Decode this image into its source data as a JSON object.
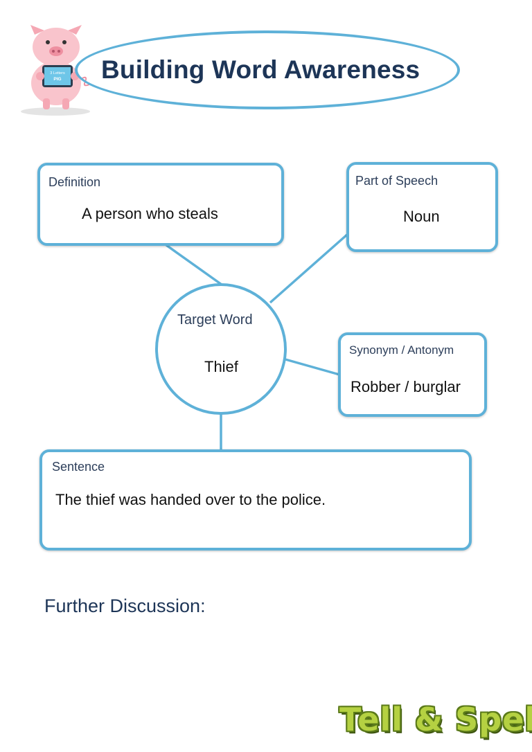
{
  "header": {
    "title": "Building Word Awareness",
    "mascot_icon": "pig-mascot-icon",
    "mascot_sign": "3 Letters PIG"
  },
  "definition": {
    "label": "Definition",
    "value": "A person who steals"
  },
  "part_of_speech": {
    "label": "Part of Speech",
    "value": "Noun"
  },
  "target": {
    "label": "Target Word",
    "value": "Thief"
  },
  "synonym_antonym": {
    "label": "Synonym / Antonym",
    "value": "Robber / burglar"
  },
  "sentence": {
    "label": "Sentence",
    "value": "The thief was handed over to the police."
  },
  "further": {
    "label": "Further Discussion:"
  },
  "brand": {
    "logo_text": "Tell & Spell"
  },
  "colors": {
    "accent": "#5eb1d8",
    "title": "#1d3557",
    "logo_fill": "#b5d142",
    "logo_outline": "#5b7a1a"
  }
}
